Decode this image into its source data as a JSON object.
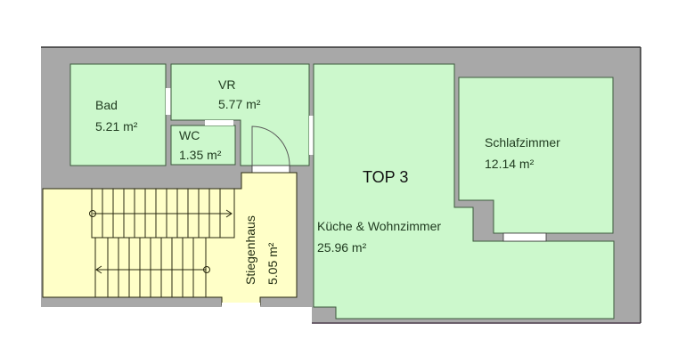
{
  "plan": {
    "unit_label": "TOP 3",
    "colors": {
      "wall": "#a8a8a8",
      "room": "#ccf8cc",
      "stair": "#ffffc8",
      "outline": "#3c5a3c",
      "opening": "#ffffff"
    }
  },
  "rooms": {
    "bad": {
      "name": "Bad",
      "area": "5.21 m²"
    },
    "vr": {
      "name": "VR",
      "area": "5.77 m²"
    },
    "wc": {
      "name": "WC",
      "area": "1.35 m²"
    },
    "stiegenhaus": {
      "name": "Stiegenhaus",
      "area": "5.05 m²"
    },
    "kueche": {
      "name": "Küche & Wohnzimmer",
      "area": "25.96 m²"
    },
    "schlafzimmer": {
      "name": "Schlafzimmer",
      "area": "12.14 m²"
    }
  }
}
